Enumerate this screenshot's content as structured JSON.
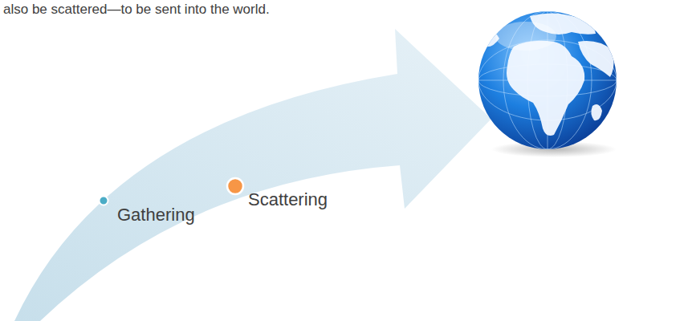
{
  "diagram": {
    "labels": [
      "also be scattered—to be sent into the world.",
      "Gathering",
      "Scattering"
    ]
  }
}
